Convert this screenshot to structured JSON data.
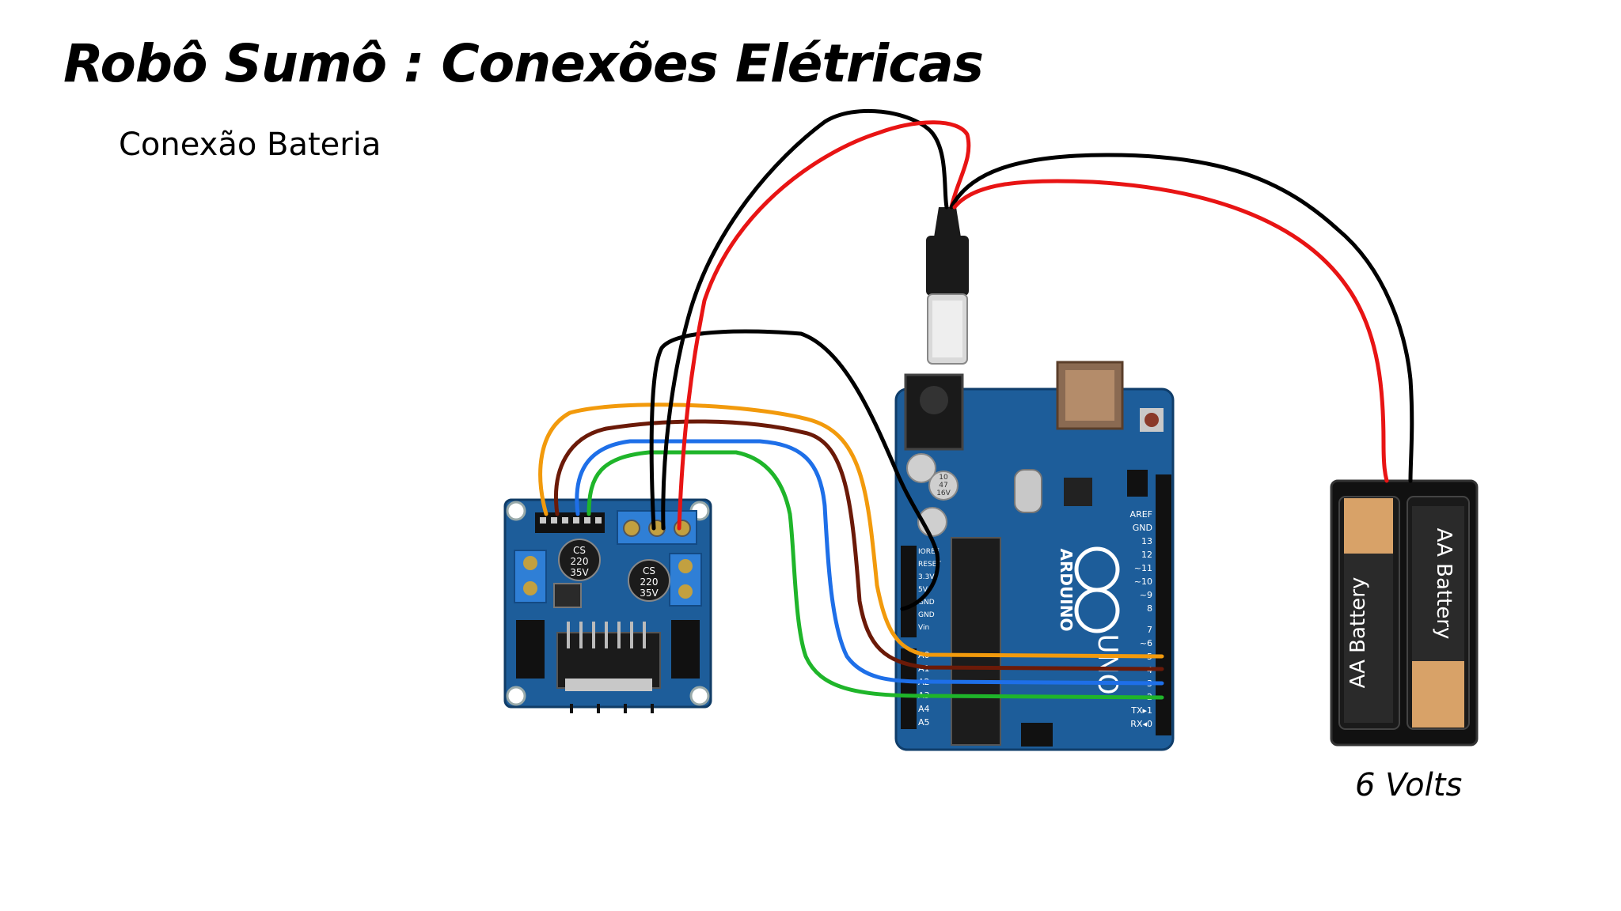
{
  "title": "Robô Sumô : Conexões Elétricas",
  "subtitle": "Conexão Bateria",
  "battery_voltage_label": "6 Volts",
  "battery_cell_label": "AA Battery",
  "arduino": {
    "brand": "ARDUINO",
    "model": "UNO",
    "power_pins": [
      "IOREF",
      "RESET",
      "3.3V",
      "5V",
      "GND",
      "GND",
      "Vin"
    ],
    "analog_pins": [
      "A0",
      "A1",
      "A2",
      "A3",
      "A4",
      "A5"
    ],
    "digital_pins": [
      "AREF",
      "GND",
      "13",
      "12",
      "~11",
      "~10",
      "~9",
      "8",
      "7",
      "~6",
      "~5",
      "4",
      "~3",
      "2",
      "TX▸1",
      "RX◂0"
    ],
    "capacitor_text": [
      "10",
      "47",
      "16V"
    ]
  },
  "driver": {
    "capacitor_text": [
      "CS",
      "220",
      "35V"
    ]
  },
  "colors": {
    "wire_red": "#e81414",
    "wire_black": "#000000",
    "wire_orange": "#f29a0c",
    "wire_brown": "#6b1a08",
    "wire_blue": "#1e6fe8",
    "wire_green": "#1fb52a",
    "board_blue": "#1d5d9a",
    "battery_tan": "#d8a268"
  }
}
